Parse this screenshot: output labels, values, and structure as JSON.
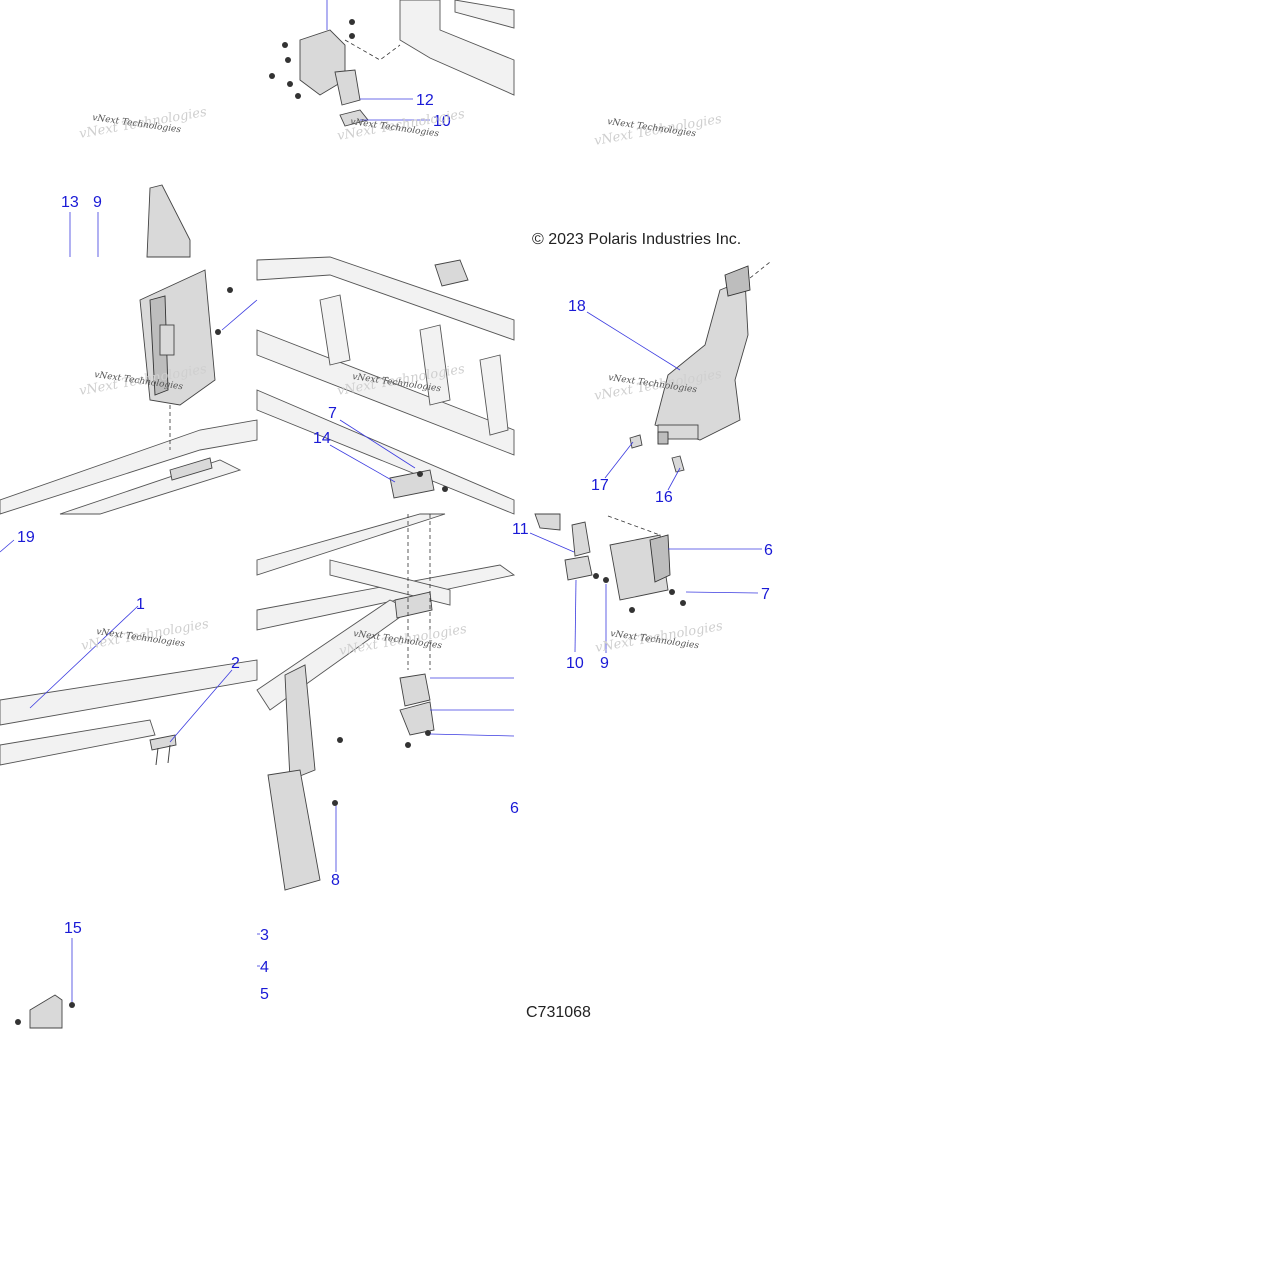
{
  "copyright": "© 2023 Polaris Industries Inc.",
  "diagram_code": "C731068",
  "watermark_text": "vNext Technologies",
  "callouts": {
    "c12": "12",
    "c10a": "10",
    "c13": "13",
    "c9a": "9",
    "c18": "18",
    "c7a": "7",
    "c14": "14",
    "c17": "17",
    "c16": "16",
    "c19": "19",
    "c1": "1",
    "c2": "2",
    "c11": "11",
    "c6a": "6",
    "c7b": "7",
    "c10b": "10",
    "c9b": "9",
    "c6b": "6",
    "c8": "8",
    "c15": "15",
    "c3": "3",
    "c4": "4",
    "c5": "5"
  },
  "colors": {
    "callout": "#1a1ad6",
    "leader": "#3b3be0",
    "line_art": "#444444"
  }
}
